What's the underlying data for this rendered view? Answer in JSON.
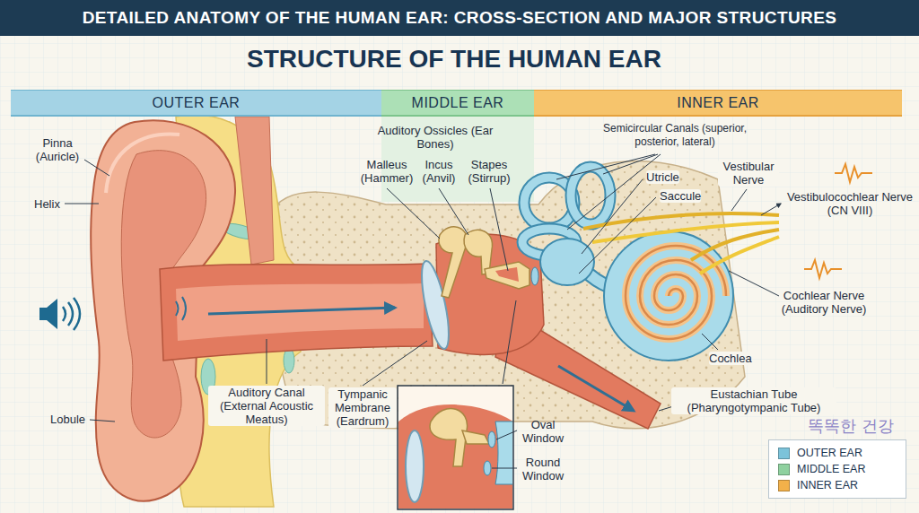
{
  "diagram": {
    "title": "DETAILED ANATOMY OF THE HUMAN EAR: CROSS-SECTION AND MAJOR STRUCTURES",
    "nodes": [
      {
        "text": [
          "OUTER EAR"
        ]
      },
      {
        "text": [
          "MIDDLE EAR"
        ]
      },
      {
        "text": [
          "INNER EAR"
        ]
      }
    ],
    "labels": [
      "STRUCTURE OF THE HUMAN EAR",
      "Pinna (Auricle)",
      "Helix",
      "Lobule",
      "Auditory Canal (External Acoustic Meatus)",
      "Tympanic Membrane (Eardrum)",
      "Auditory Ossicles (Ear Bones)",
      "Malleus (Hammer)",
      "Incus (Anvil)",
      "Stapes (Stirrup)",
      "Oval Window",
      "Round Window",
      "Semicircular Canals (superior, posterior, lateral)",
      "Utricle",
      "Saccule",
      "Vestibular Nerve",
      "Vestibulocochlear Nerve (CN VIII)",
      "Cochlear Nerve (Auditory Nerve)",
      "Cochlea",
      "Eustachian Tube (Pharyngotympanic Tube)",
      "똑똑한 건강"
    ],
    "legend": [
      {
        "text": "OUTER EAR",
        "color": "#7cc3da"
      },
      {
        "text": "MIDDLE EAR",
        "color": "#8fd19f"
      },
      {
        "text": "INNER EAR",
        "color": "#f2b14a"
      }
    ]
  }
}
